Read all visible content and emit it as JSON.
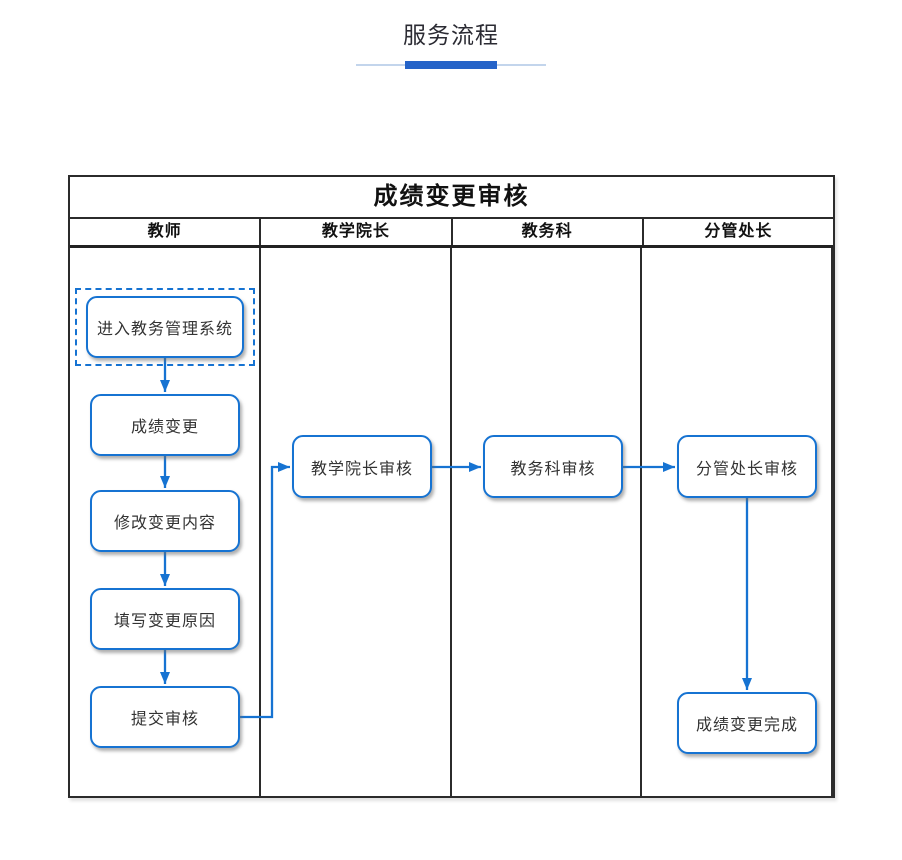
{
  "page": {
    "title": "服务流程"
  },
  "diagram": {
    "title": "成绩变更审核",
    "lanes": [
      {
        "label": "教师"
      },
      {
        "label": "教学院长"
      },
      {
        "label": "教务科"
      },
      {
        "label": "分管处长"
      }
    ],
    "nodes": {
      "enter_system": "进入教务管理系统",
      "grade_change": "成绩变更",
      "modify_content": "修改变更内容",
      "fill_reason": "填写变更原因",
      "submit_review": "提交审核",
      "dean_review": "教学院长审核",
      "office_review": "教务科审核",
      "director_review": "分管处长审核",
      "complete": "成绩变更完成"
    },
    "edges": [
      {
        "from": "进入教务管理系统",
        "to": "成绩变更"
      },
      {
        "from": "成绩变更",
        "to": "修改变更内容"
      },
      {
        "from": "修改变更内容",
        "to": "填写变更原因"
      },
      {
        "from": "填写变更原因",
        "to": "提交审核"
      },
      {
        "from": "提交审核",
        "to": "教学院长审核"
      },
      {
        "from": "教学院长审核",
        "to": "教务科审核"
      },
      {
        "from": "教务科审核",
        "to": "分管处长审核"
      },
      {
        "from": "分管处长审核",
        "to": "成绩变更完成"
      }
    ],
    "colors": {
      "accent": "#1673d2",
      "underline_bar": "#2563c8",
      "underline_line": "#c3d5ec",
      "table_border": "#2b2b2b",
      "node_text": "#333333"
    }
  }
}
